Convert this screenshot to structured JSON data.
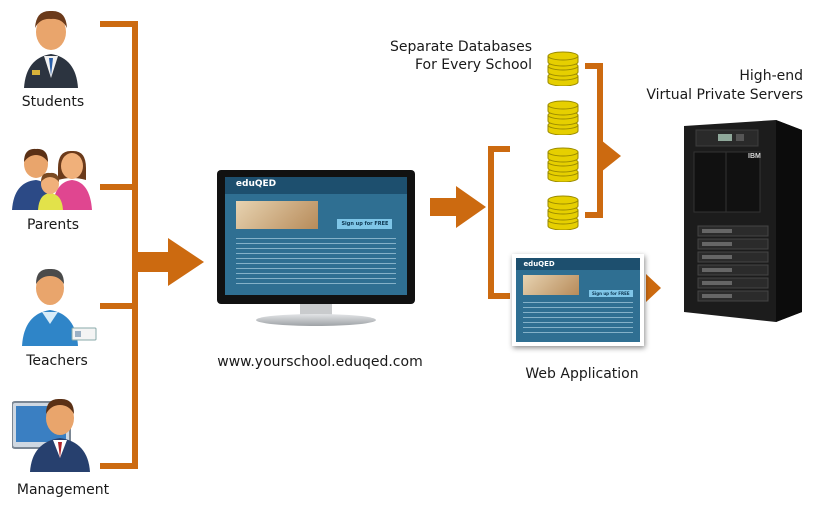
{
  "users": {
    "students": "Students",
    "parents": "Parents",
    "teachers": "Teachers",
    "management": "Management"
  },
  "website": {
    "url": "www.yourschool.eduqed.com",
    "brand": "eduQED",
    "signup_label": "Sign up for FREE"
  },
  "databases": {
    "label_line1": "Separate Databases",
    "label_line2": "For Every School"
  },
  "web_app": {
    "label": "Web Application"
  },
  "servers": {
    "label_line1": "High-end",
    "label_line2": "Virtual Private Servers",
    "brand": "IBM"
  },
  "colors": {
    "accent": "#cc6a10",
    "db_gold": "#e6cf00",
    "screen_blue": "#2f6f92"
  }
}
